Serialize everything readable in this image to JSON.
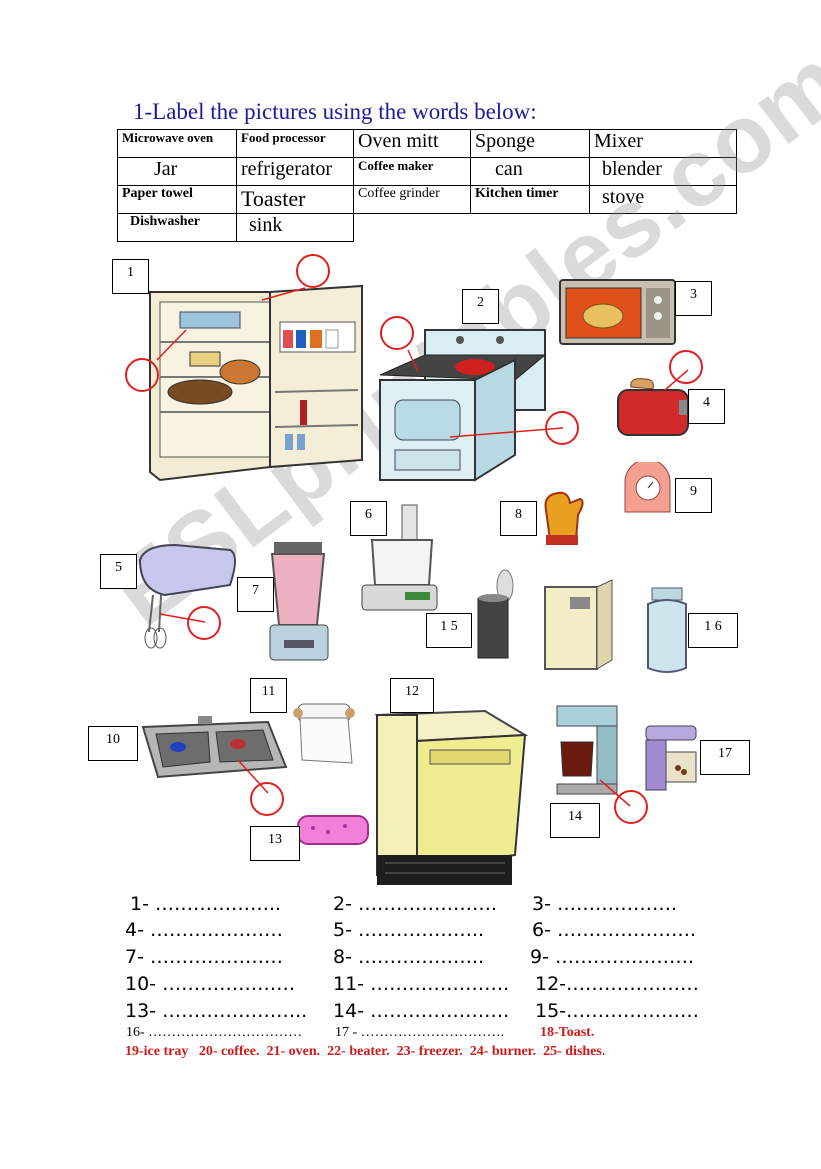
{
  "title": "1-Label the pictures using the words below:",
  "word_table": [
    [
      "Microwave oven",
      "Food processor",
      "Oven mitt",
      "Sponge",
      "Mixer"
    ],
    [
      "Jar",
      "refrigerator",
      "Coffee maker",
      "can",
      "blender"
    ],
    [
      "Paper towel",
      "Toaster",
      "Coffee grinder",
      "Kitchen timer",
      "stove"
    ],
    [
      "Dishwasher",
      "sink"
    ]
  ],
  "picture_numbers": [
    "1",
    "2",
    "3",
    "4",
    "5",
    "6",
    "7",
    "8",
    "9",
    "10",
    "11",
    "12",
    "13",
    "14",
    "1 5",
    "1 6",
    "17"
  ],
  "answers": [
    [
      "1- ………………..",
      "2- ………………….",
      "3- ………………."
    ],
    [
      "4- …………………",
      "5- ………………..",
      "6- …………………."
    ],
    [
      "7- …………………",
      "8- ………………..",
      "9- …………………."
    ],
    [
      "10- …………………",
      "11- ………………….",
      "12-…………………"
    ],
    [
      "13- …………………..",
      "14- ………………….",
      "15-…………………"
    ]
  ],
  "answers_small": [
    "16- ……………………………",
    "17 - ………………………….",
    "18-Toast."
  ],
  "key_line": [
    "19-ice tray",
    "20- coffee.",
    "21- oven.",
    "22- beater.",
    "23- freezer.",
    "24- burner.",
    "25- dishes",
    "."
  ],
  "watermark": "ESLprintables.com",
  "colors": {
    "title": "#1c1c9a",
    "circle": "#e02020",
    "key": "#d01818"
  }
}
